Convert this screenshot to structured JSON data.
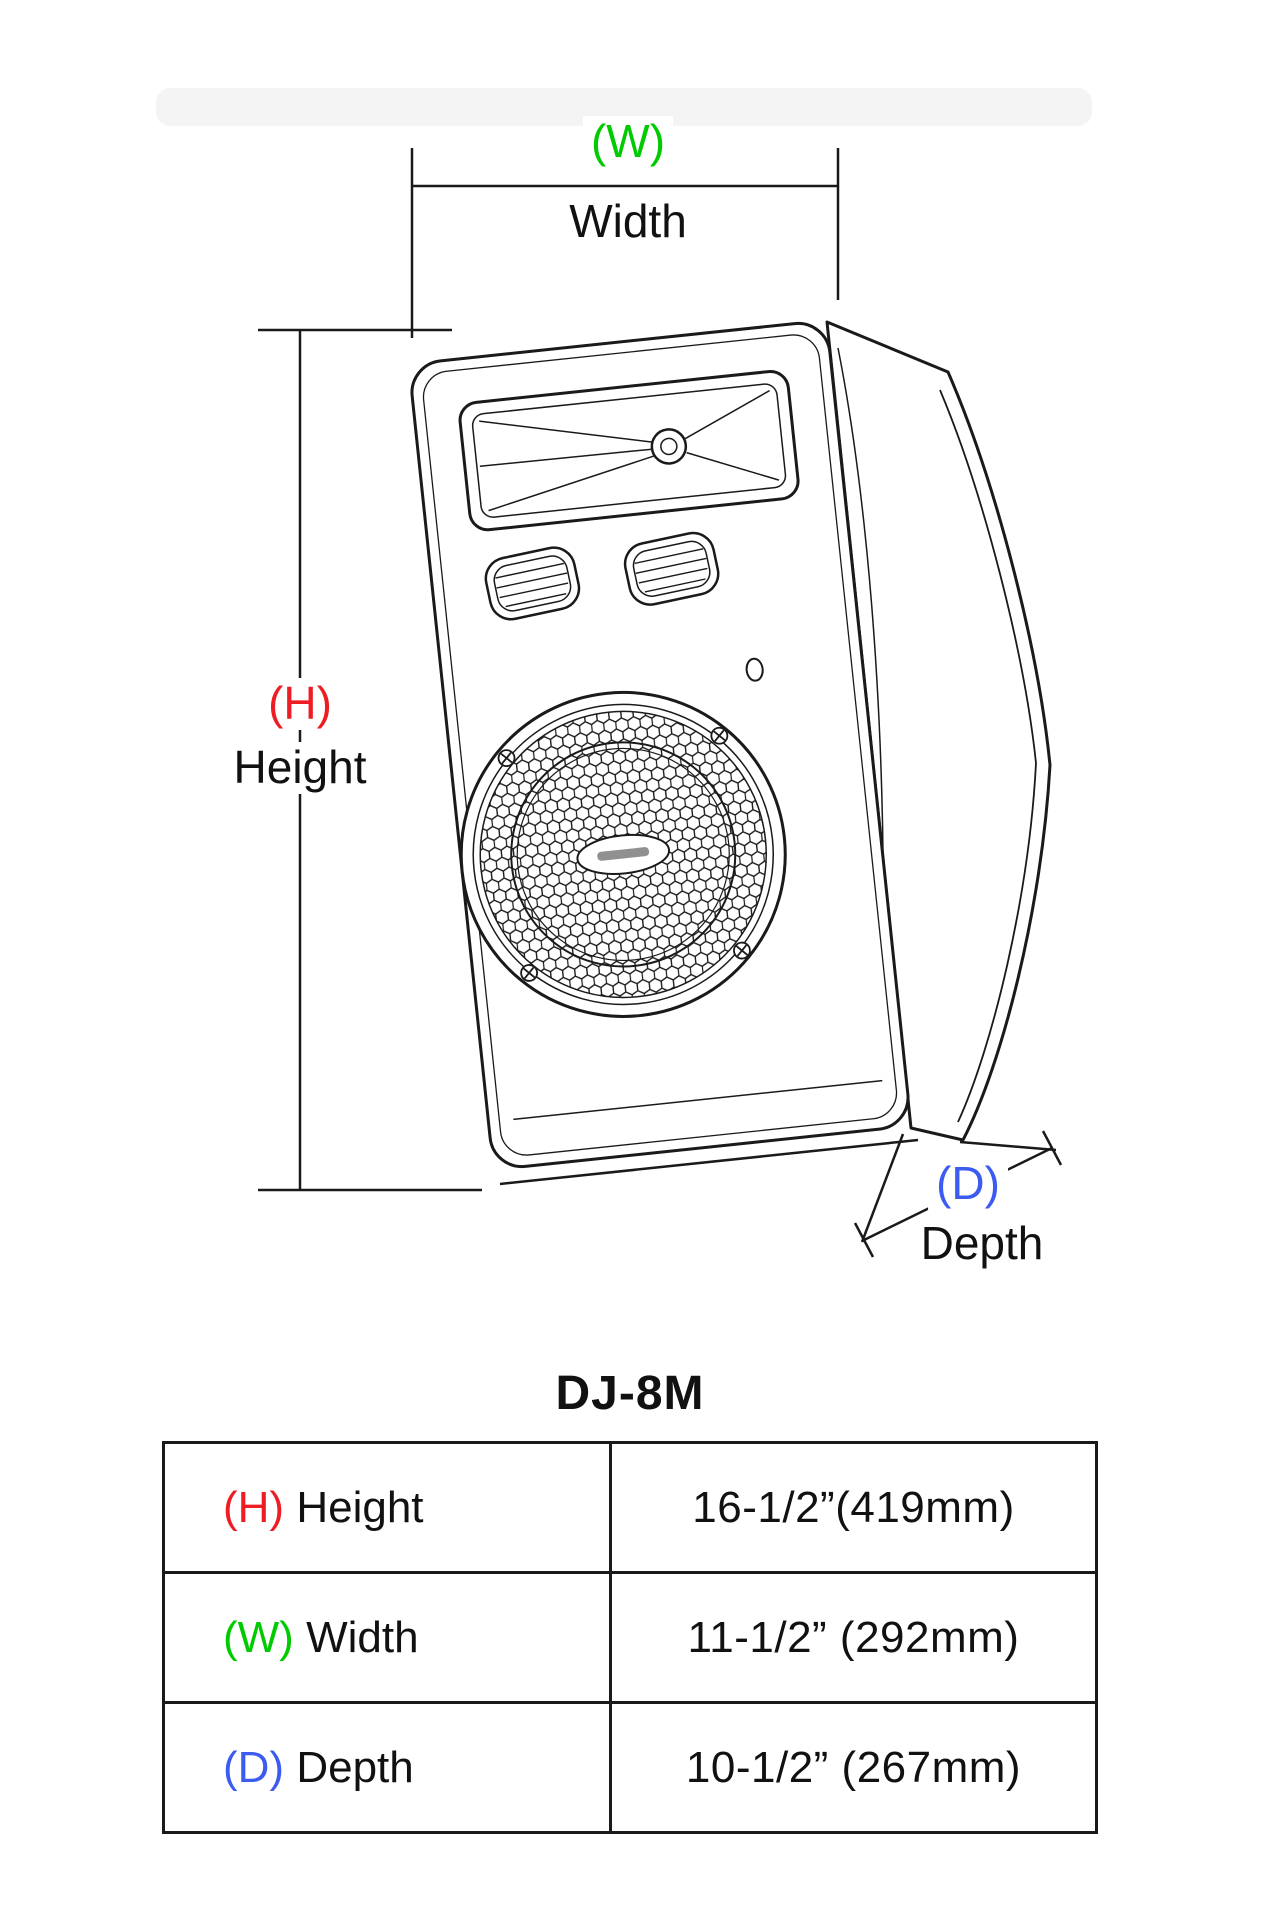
{
  "page": {
    "model": "DJ-8M"
  },
  "colors": {
    "height": "#ee1c23",
    "width": "#00cb00",
    "depth": "#3c5bf0",
    "line": "#1a1a1a"
  },
  "diagram": {
    "width_symbol": "(W)",
    "width_label": "Width",
    "height_symbol": "(H)",
    "height_label": "Height",
    "depth_symbol": "(D)",
    "depth_label": "Depth"
  },
  "table": {
    "rows": [
      {
        "symbol": "(H)",
        "label": "Height",
        "value": "16-1/2”(419mm)",
        "color": "#ee1c23"
      },
      {
        "symbol": "(W)",
        "label": "Width",
        "value": "11-1/2” (292mm)",
        "color": "#00cb00"
      },
      {
        "symbol": "(D)",
        "label": "Depth",
        "value": "10-1/2” (267mm)",
        "color": "#3c5bf0"
      }
    ]
  }
}
